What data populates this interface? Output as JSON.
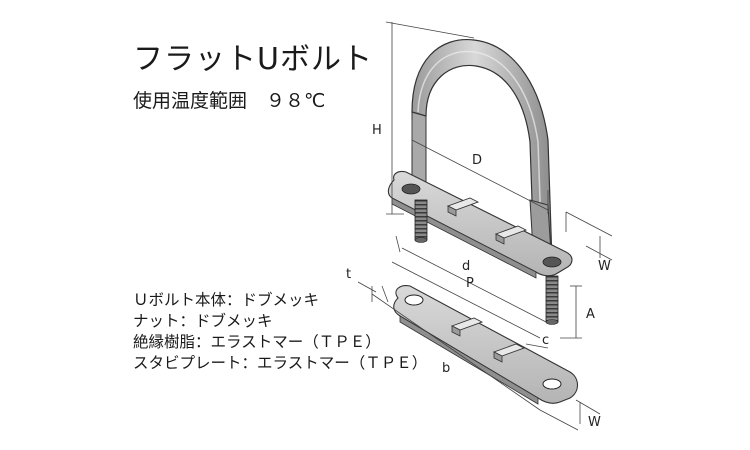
{
  "title": "フラットUボルト",
  "temperature": {
    "label": "使用温度範囲",
    "value": "９８℃"
  },
  "specs": [
    "Ｕボルト本体：ドブメッキ",
    "ナット：ドブメッキ",
    "絶縁樹脂：エラストマー（ＴＰＥ）",
    "スタビプレート：エラストマー（ＴＰＥ）"
  ],
  "dimensions": {
    "H": "H",
    "D": "D",
    "d": "d",
    "P": "P",
    "W_top": "W",
    "A": "A",
    "t": "t",
    "c": "c",
    "b": "b",
    "W_bottom": "W"
  }
}
